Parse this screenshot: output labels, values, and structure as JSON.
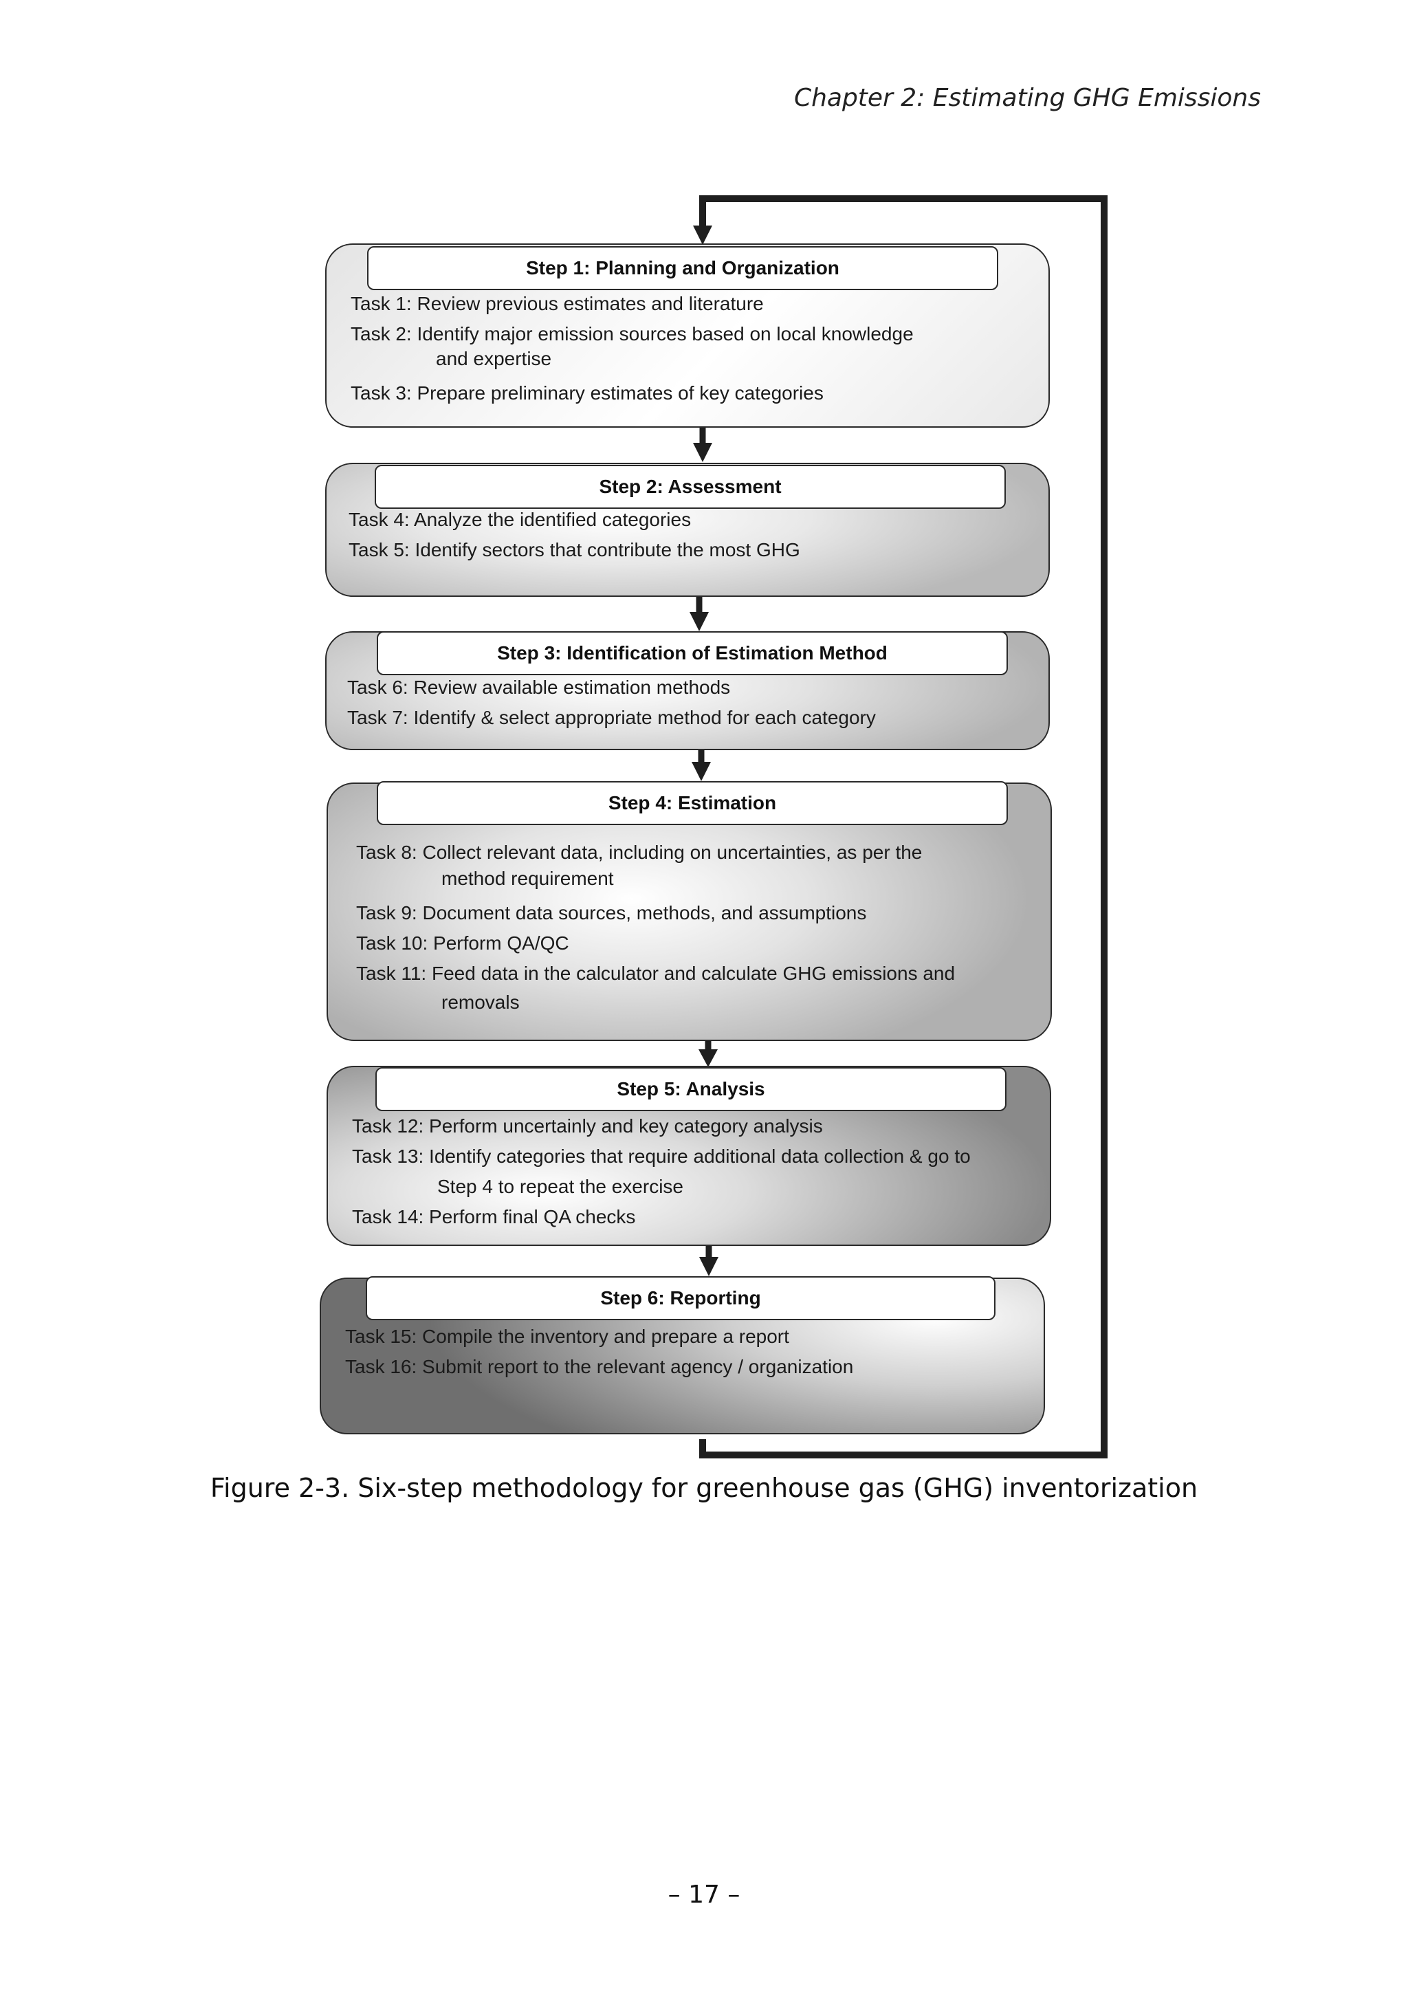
{
  "header": {
    "chapter_title": "Chapter 2: Estimating GHG Emissions"
  },
  "steps": [
    {
      "title": "Step 1: Planning and Organization",
      "tasks": [
        "Task 1: Review previous estimates and literature",
        "Task 2: Identify major emission sources based on  local knowledge",
        "and expertise",
        "Task 3:  Prepare preliminary estimates of key categories"
      ]
    },
    {
      "title": "Step 2: Assessment",
      "tasks": [
        "Task 4: Analyze the identified categories",
        "Task 5: Identify sectors that contribute the most GHG"
      ]
    },
    {
      "title": "Step 3: Identification of Estimation Method",
      "tasks": [
        "Task 6: Review available estimation methods",
        "Task 7: Identify & select appropriate method for each category"
      ]
    },
    {
      "title": "Step 4: Estimation",
      "tasks": [
        "Task 8: Collect relevant data, including on uncertainties, as per the",
        "method requirement",
        "Task 9: Document data sources, methods, and assumptions",
        "Task 10: Perform QA/QC",
        "Task 11: Feed data in the calculator and calculate GHG emissions and",
        "removals"
      ]
    },
    {
      "title": "Step 5: Analysis",
      "tasks": [
        "Task 12: Perform uncertainly and key category analysis",
        "Task 13: Identify categories that require additional data collection & go to",
        "Step 4 to repeat the exercise",
        "Task 14: Perform final QA checks"
      ]
    },
    {
      "title": "Step 6: Reporting",
      "tasks": [
        "Task 15: Compile the inventory and prepare a report",
        "Task 16: Submit report to the relevant agency / organization"
      ]
    }
  ],
  "caption": "Figure 2-3. Six-step methodology for greenhouse gas (GHG) inventorization",
  "page_number": "– 17 –"
}
